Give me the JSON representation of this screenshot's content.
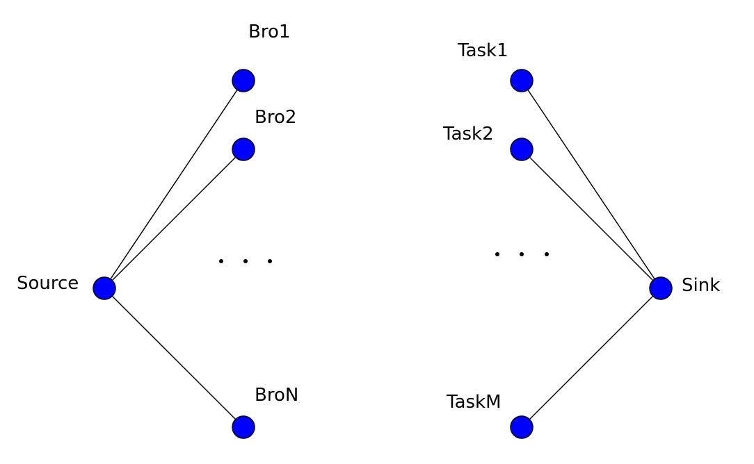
{
  "colors": {
    "node_fill": "#0000ff",
    "node_stroke": "#000000",
    "edge": "#000000",
    "background": "#ffffff"
  },
  "nodes": {
    "bro1": "Bro1",
    "bro2": "Bro2",
    "bron": "BroN",
    "source": "Source",
    "task1": "Task1",
    "task2": "Task2",
    "taskm": "TaskM",
    "sink": "Sink"
  },
  "edges": [
    {
      "from": "source",
      "to": "bro1"
    },
    {
      "from": "source",
      "to": "bro2"
    },
    {
      "from": "source",
      "to": "bron"
    },
    {
      "from": "task1",
      "to": "sink"
    },
    {
      "from": "task2",
      "to": "sink"
    },
    {
      "from": "taskm",
      "to": "sink"
    }
  ]
}
